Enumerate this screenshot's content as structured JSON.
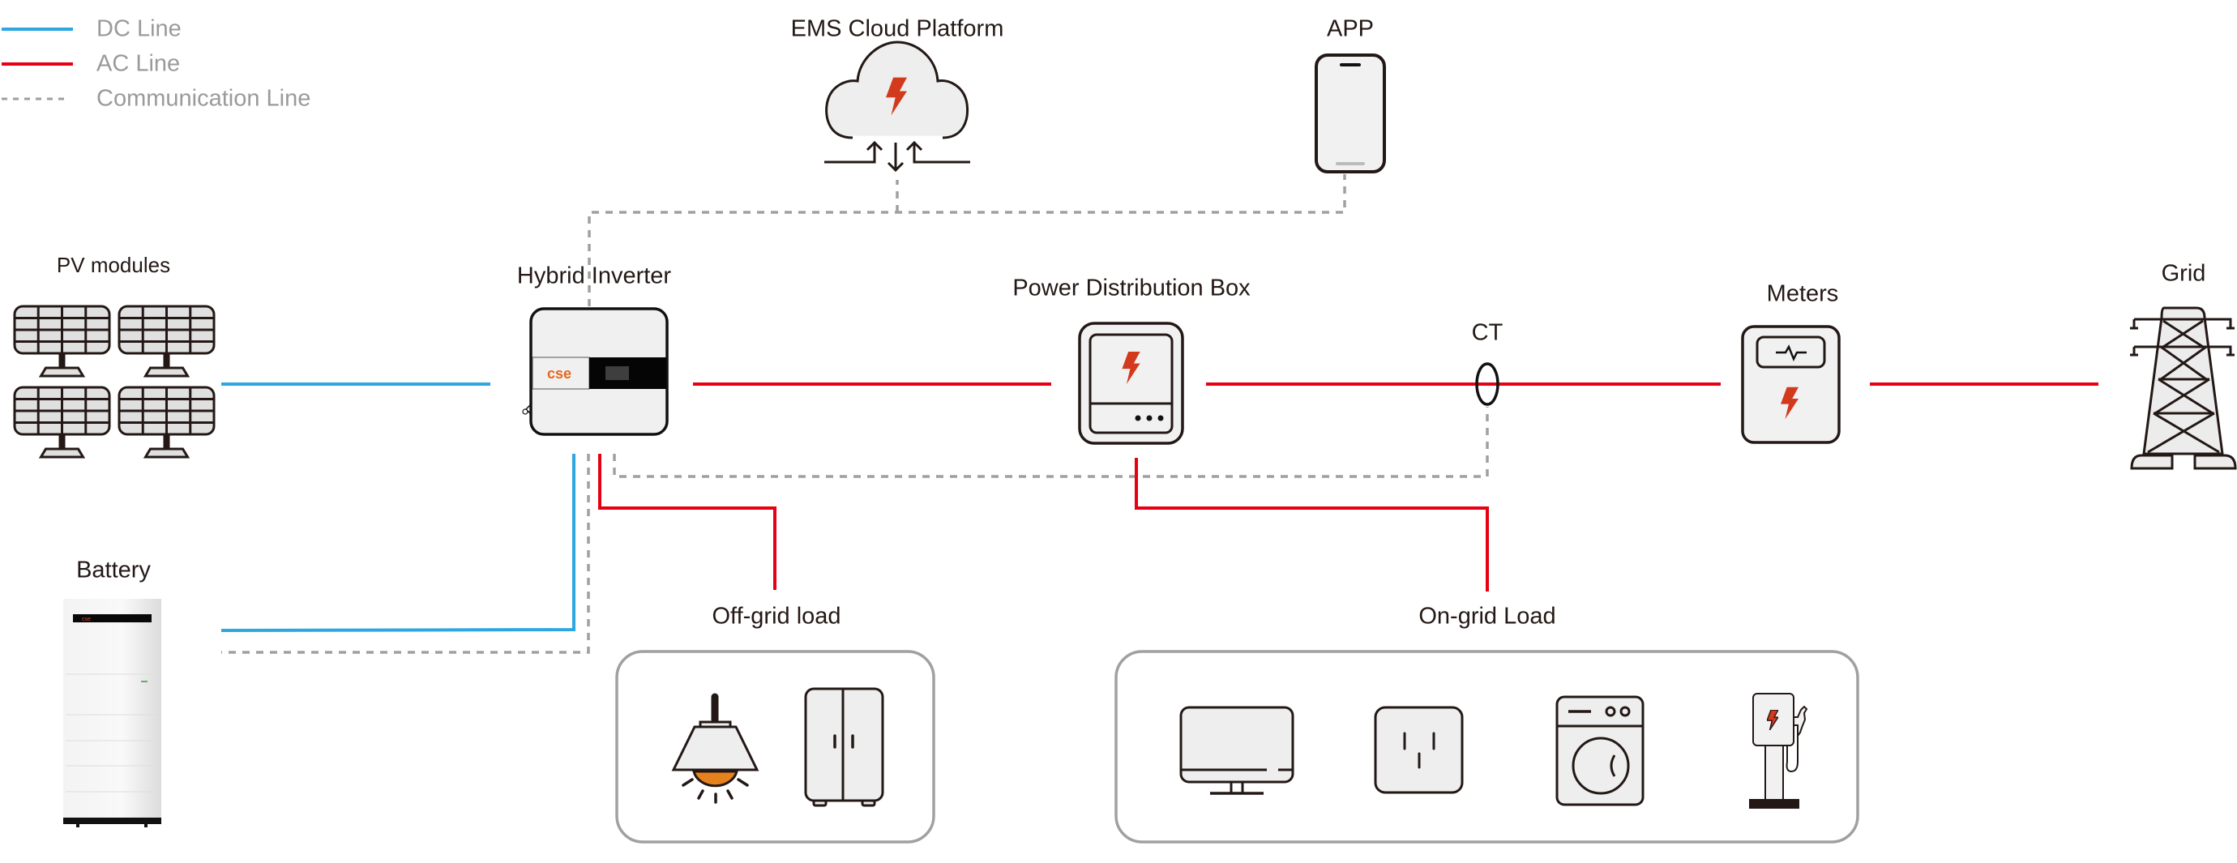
{
  "legend": {
    "dc": {
      "label": "DC Line",
      "color": "#2ea7e0"
    },
    "ac": {
      "label": "AC Line",
      "color": "#e60012"
    },
    "comm": {
      "label": "Communication Line",
      "color": "#9e9e9e"
    }
  },
  "nodes": {
    "cloud": {
      "label": "EMS Cloud Platform",
      "icon": "cloud-bolt-icon"
    },
    "app": {
      "label": "APP",
      "icon": "smartphone-icon"
    },
    "pv": {
      "label": "PV modules",
      "icon": "solar-panel-icon"
    },
    "inverter": {
      "label": "Hybrid Inverter",
      "icon": "inverter-icon",
      "brand": "cse"
    },
    "pdb": {
      "label": "Power Distribution Box",
      "icon": "distribution-box-icon"
    },
    "ct": {
      "label": "CT",
      "icon": "current-transformer-icon"
    },
    "meters": {
      "label": "Meters",
      "icon": "meter-icon"
    },
    "grid": {
      "label": "Grid",
      "icon": "transmission-tower-icon"
    },
    "battery": {
      "label": "Battery",
      "icon": "battery-cabinet-icon",
      "brand": "cse"
    }
  },
  "groups": {
    "offgrid": {
      "label": "Off-grid load",
      "items": [
        "lamp",
        "refrigerator"
      ]
    },
    "ongrid": {
      "label": "On-grid Load",
      "items": [
        "monitor",
        "power-outlet",
        "washing-machine",
        "ev-charger"
      ]
    }
  },
  "colors": {
    "outline": "#231815",
    "fill": "#eeeeee",
    "bolt": "#d2391d",
    "lamp_bulb": "#e6821e",
    "group_border": "#a0a0a0"
  }
}
